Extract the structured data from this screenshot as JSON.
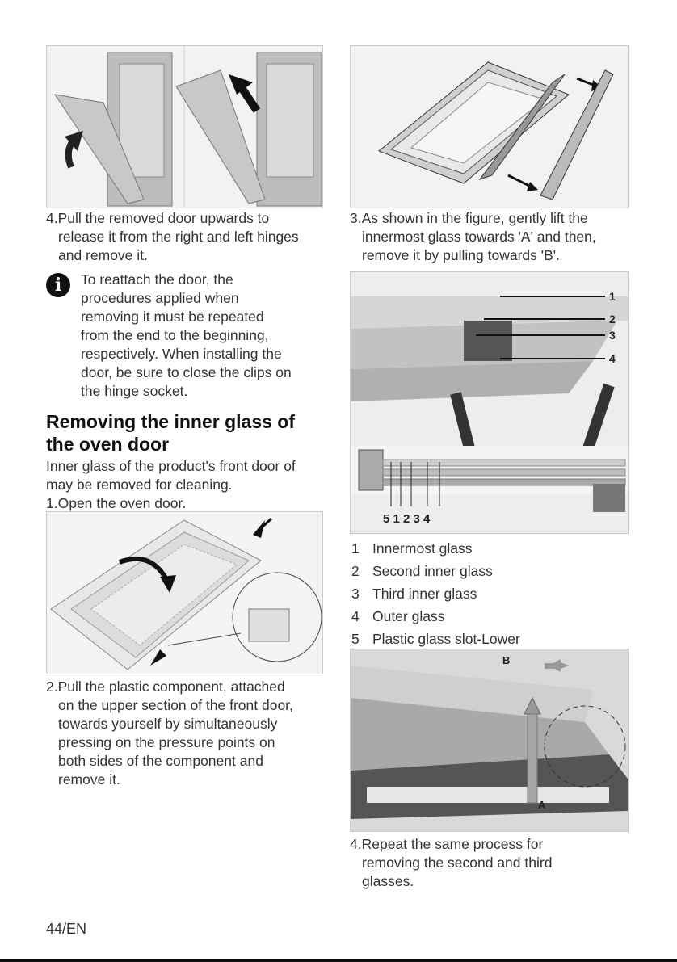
{
  "left_column": {
    "step4_number": "4.",
    "step4_lines": [
      "Pull the removed door upwards to",
      "release it from the right and left hinges",
      "and remove it."
    ],
    "info_icon": "i",
    "note_lines": [
      "To reattach the door, the",
      "procedures applied when",
      "removing it must be repeated",
      "from the end to the beginning,",
      "respectively. When installing the",
      "door, be sure to close the clips on",
      "the hinge socket."
    ],
    "section_title_lines": [
      "Removing the inner glass of",
      "the oven door"
    ],
    "intro_lines": [
      "Inner glass of the product's front door of",
      "may be removed for cleaning."
    ],
    "step1": "1.Open the oven door.",
    "step2_number": "2.",
    "step2_lines": [
      "Pull the plastic component, attached",
      "on the upper section of the front door,",
      "towards yourself by simultaneously",
      "pressing on the pressure points on",
      "both sides of the component and",
      "remove it."
    ]
  },
  "right_column": {
    "step3_number": "3.",
    "step3_lines": [
      "As shown in the figure, gently lift the",
      "innermost glass towards 'A' and then,",
      "remove it by pulling towards 'B'."
    ],
    "glass_figure_callouts": [
      "1",
      "2",
      "3",
      "4"
    ],
    "glass_figure_bottom_labels": "5 1 2 3 4",
    "legend": [
      {
        "number": "1",
        "label": "Innermost glass"
      },
      {
        "number": "2",
        "label": "Second inner glass"
      },
      {
        "number": "3",
        "label": "Third inner glass"
      },
      {
        "number": "4",
        "label": "Outer glass"
      },
      {
        "number": "5",
        "label": "Plastic glass slot-Lower"
      }
    ],
    "lift_figure_labels": {
      "a": "A",
      "b": "B"
    },
    "step4_number": "4.",
    "step4_lines": [
      "Repeat the same process for",
      "removing the second and third",
      "glasses."
    ]
  },
  "footer": {
    "page": "44/EN"
  }
}
